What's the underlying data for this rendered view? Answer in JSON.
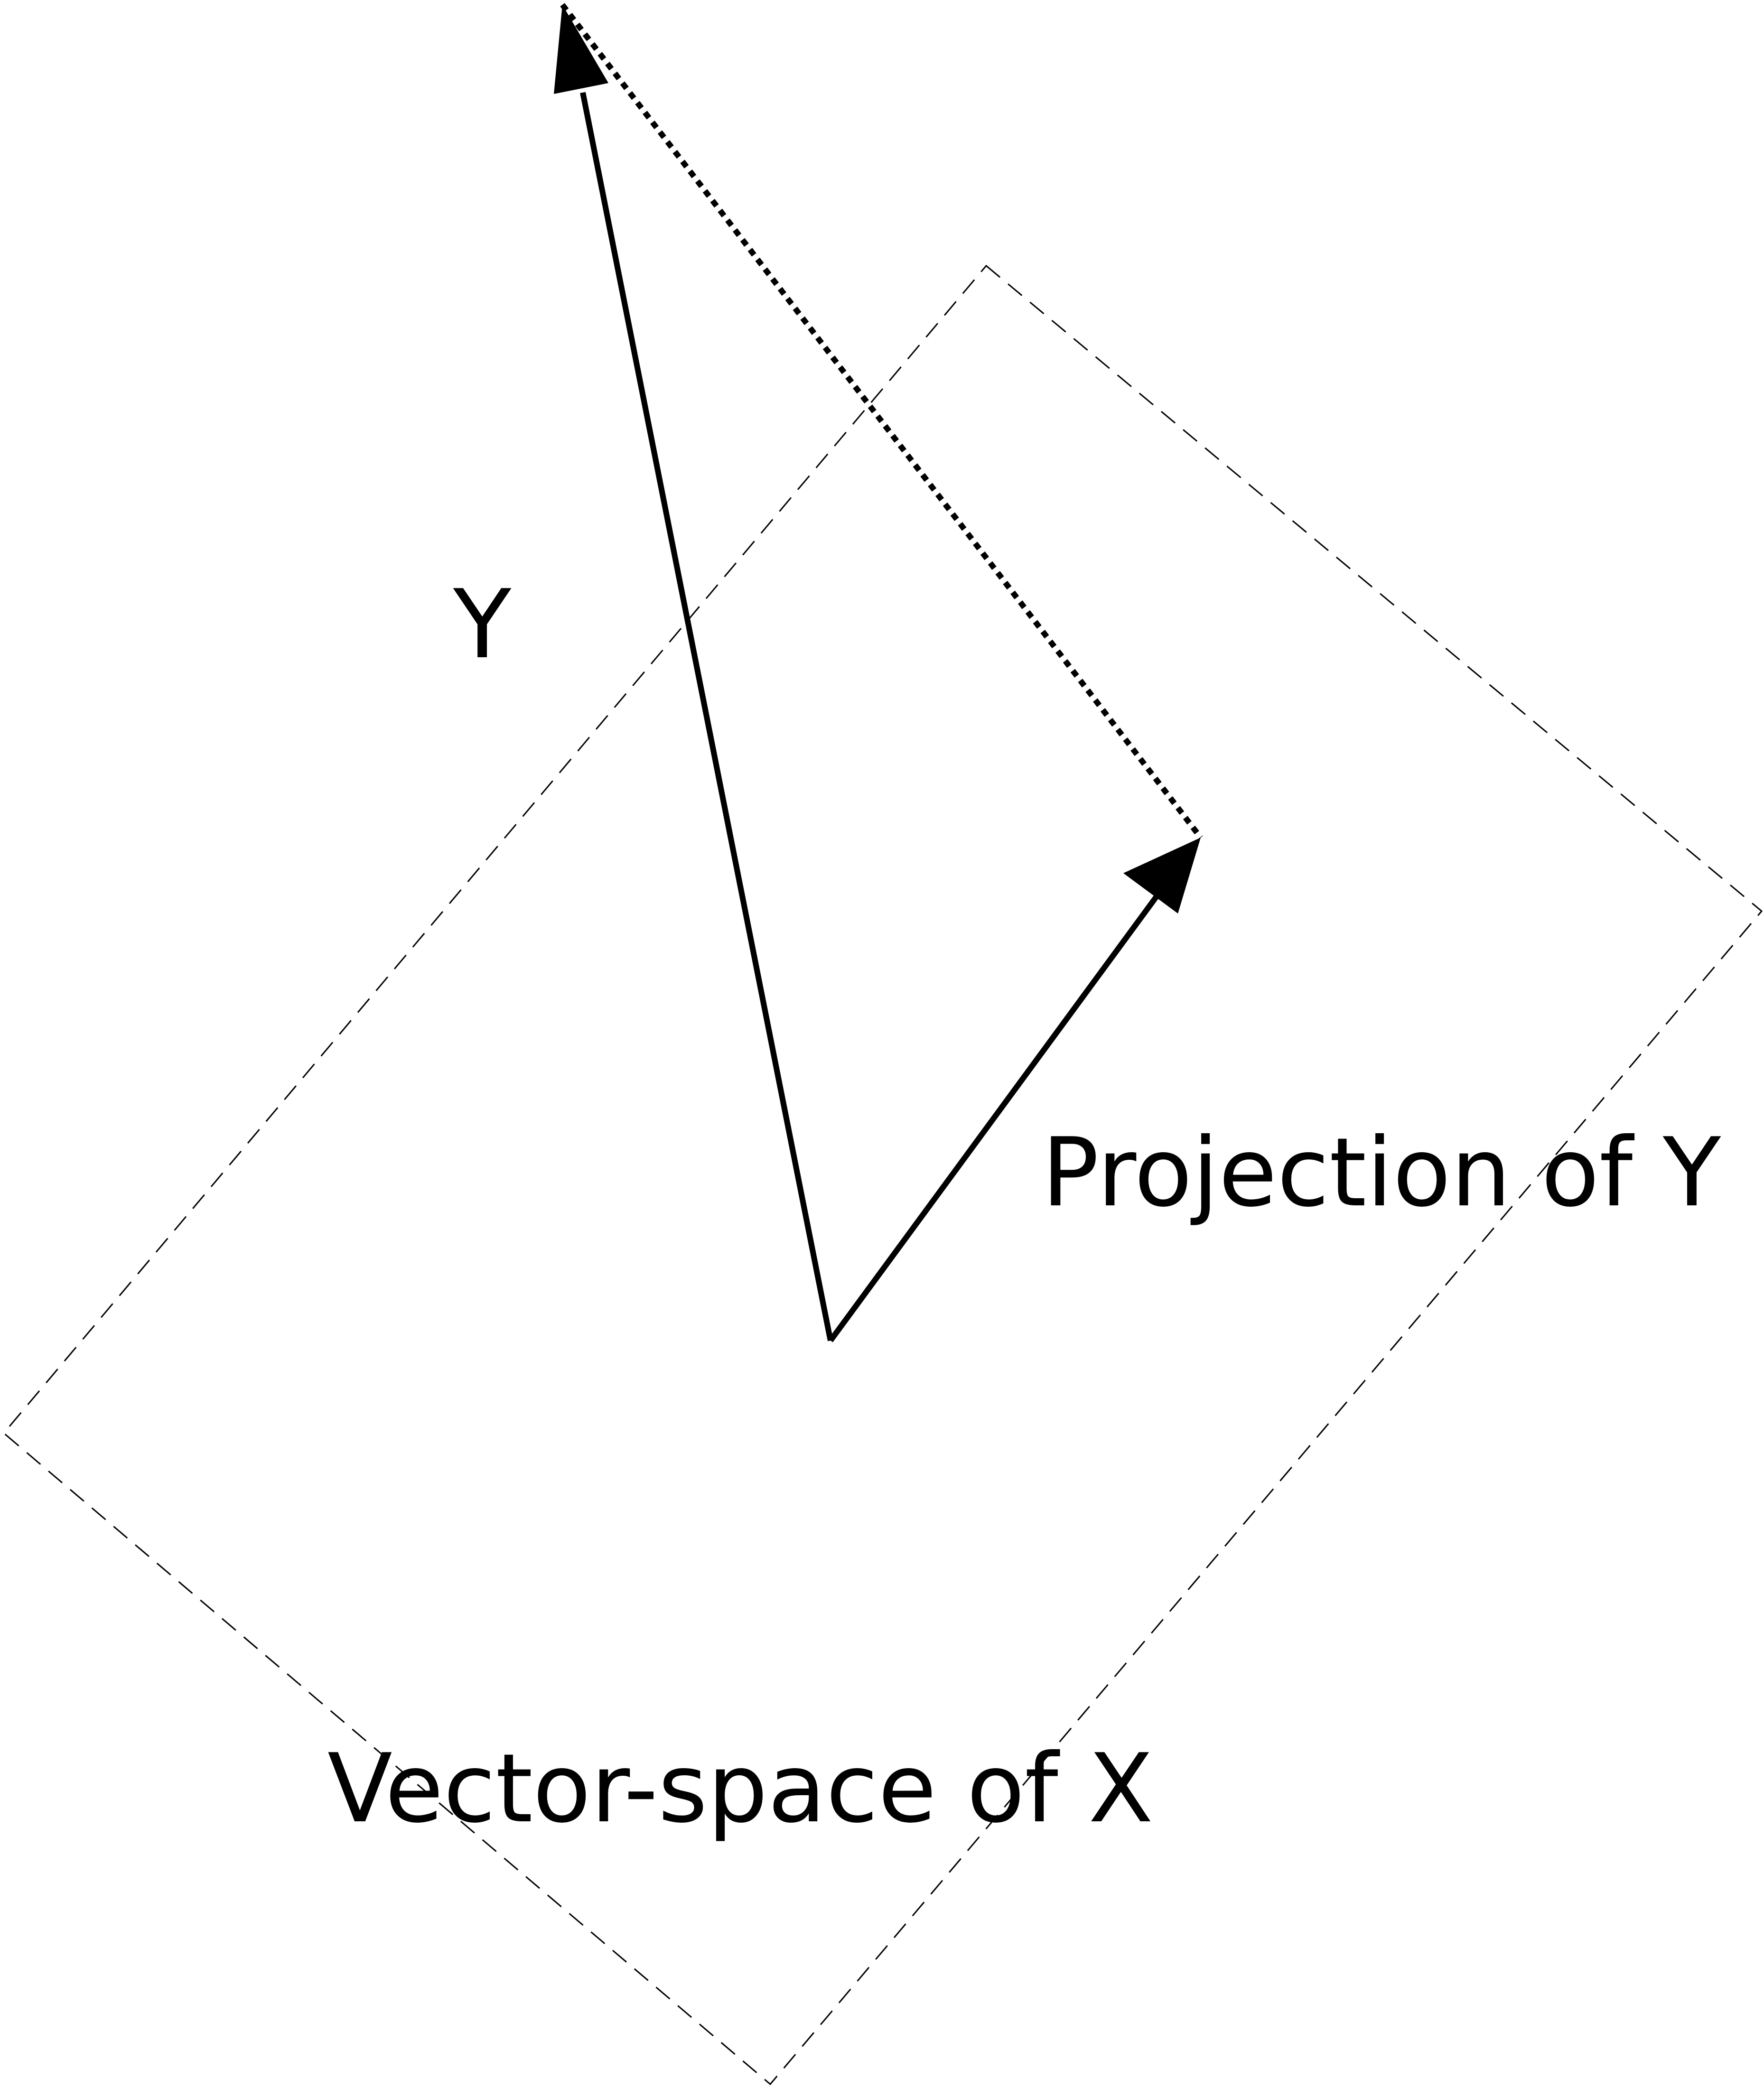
{
  "labels": {
    "y_vector": "Y",
    "projection": "Projection of Y",
    "vector_space": "Vector-space of X"
  },
  "colors": {
    "ink": "#000000",
    "plane_border": "#000000",
    "background": "#ffffff"
  }
}
